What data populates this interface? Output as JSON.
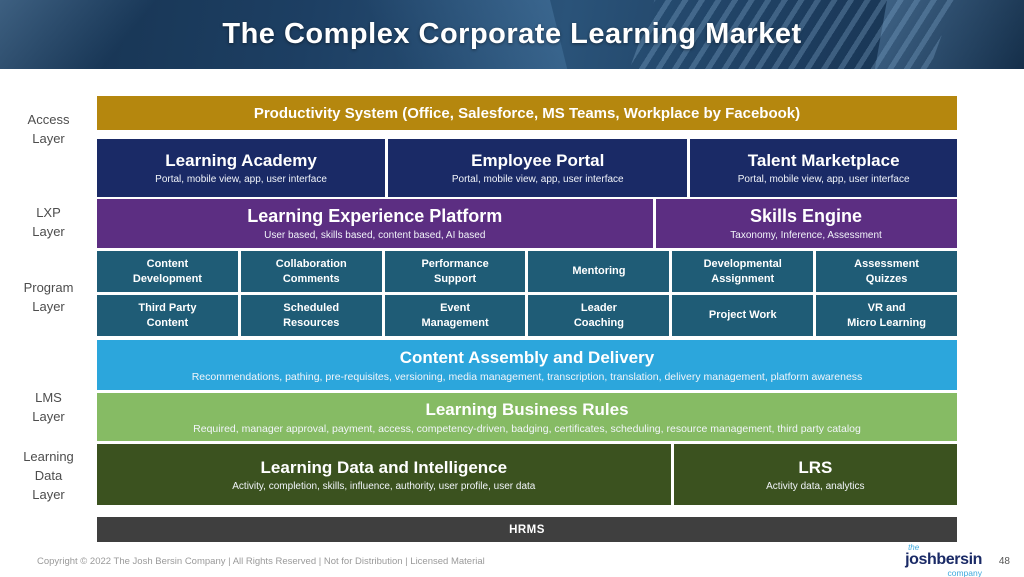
{
  "header": {
    "title": "The Complex Corporate Learning Market"
  },
  "layers": {
    "access": "Access\nLayer",
    "lxp": "LXP\nLayer",
    "program": "Program\nLayer",
    "lms": "LMS\nLayer",
    "learning_data": "Learning\nData\nLayer"
  },
  "rows": {
    "productivity": {
      "title": "Productivity System (Office, Salesforce, MS Teams, Workplace by Facebook)"
    },
    "portals": [
      {
        "title": "Learning Academy",
        "subtitle": "Portal, mobile view, app, user interface"
      },
      {
        "title": "Employee Portal",
        "subtitle": "Portal, mobile view, app, user interface"
      },
      {
        "title": "Talent Marketplace",
        "subtitle": "Portal, mobile view, app, user interface"
      }
    ],
    "lxp": [
      {
        "title": "Learning Experience Platform",
        "subtitle": "User based, skills based, content based, AI based"
      },
      {
        "title": "Skills Engine",
        "subtitle": "Taxonomy, Inference, Assessment"
      }
    ],
    "program_cells": [
      "Content\nDevelopment",
      "Collaboration\nComments",
      "Performance\nSupport",
      "Mentoring",
      "Developmental\nAssignment",
      "Assessment\nQuizzes",
      "Third Party\nContent",
      "Scheduled\nResources",
      "Event\nManagement",
      "Leader\nCoaching",
      "Project Work",
      "VR and\nMicro Learning"
    ],
    "assembly": {
      "title": "Content Assembly and Delivery",
      "subtitle": "Recommendations, pathing, pre-requisites, versioning, media management, transcription, translation, delivery management, platform awareness"
    },
    "rules": {
      "title": "Learning Business Rules",
      "subtitle": "Required, manager approval, payment, access, competency-driven, badging, certificates, scheduling, resource management, third party catalog"
    },
    "data_layer": [
      {
        "title": "Learning Data and Intelligence",
        "subtitle": "Activity, completion, skills, influence, authority, user profile, user data"
      },
      {
        "title": "LRS",
        "subtitle": "Activity data, analytics"
      }
    ],
    "hrms": {
      "title": "HRMS"
    }
  },
  "footer": {
    "copyright": "Copyright © 2022 The Josh Bersin Company | All Rights Reserved | Not for Distribution | Licensed Material",
    "logo_the": "the",
    "logo_name": "joshbersin",
    "logo_company": "company",
    "page_number": "48"
  },
  "colors": {
    "gold": "#B5870E",
    "navy": "#1A2A66",
    "purple": "#5C2E82",
    "teal": "#1F5C76",
    "light_blue": "#2CA6DC",
    "green": "#86BB64",
    "olive": "#3B521F",
    "hrms_gray": "#3F3F3F",
    "logo_blue": "#3FA9DC"
  }
}
